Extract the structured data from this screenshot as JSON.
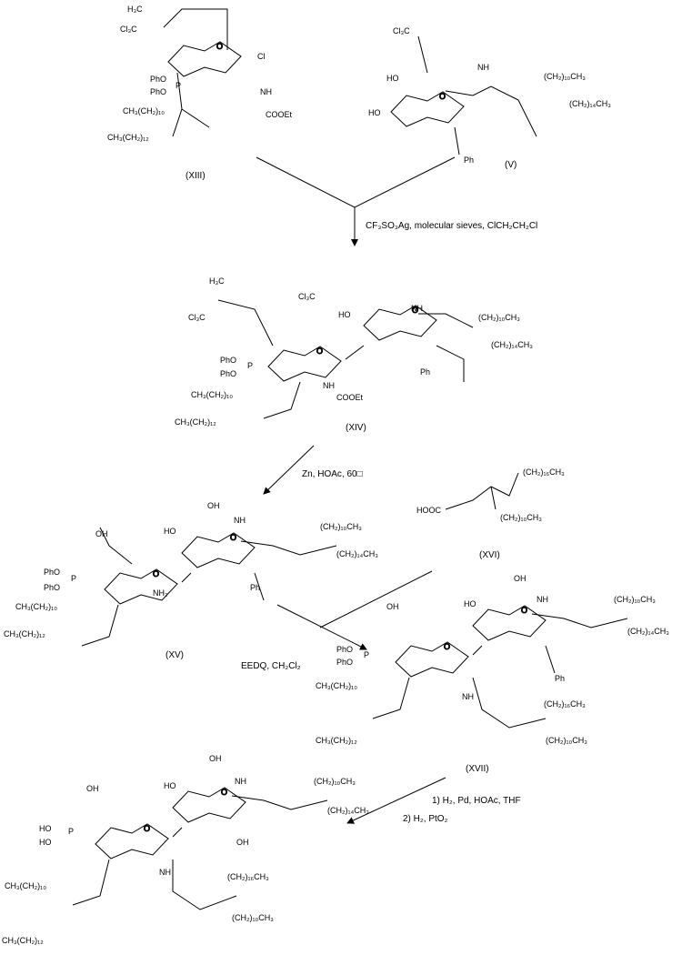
{
  "reagents": {
    "step1": "CF₃SO₃Ag, molecular sieves, ClCH₂CH₂Cl",
    "step2": "Zn, HOAc, 60□",
    "step3": "EEDQ, CH₂Cl₂",
    "step4a": "1) H₂, Pd, HOAc, THF",
    "step4b": "2) H₂, PtO₂"
  },
  "compounds": {
    "xiii": {
      "label": "(XIII)",
      "groups": [
        "H₃C",
        "Cl₃C",
        "Cl",
        "PhO",
        "PhO",
        "P",
        "NH",
        "COOEt",
        "CH₃(CH₂)₁₀",
        "CH₃(CH₂)₁₂"
      ]
    },
    "v": {
      "label": "(V)",
      "groups": [
        "Cl₃C",
        "HO",
        "HO",
        "NH",
        "(CH₂)₁₀CH₃",
        "(CH₂)₁₄CH₃",
        "Ph"
      ]
    },
    "xiv": {
      "label": "(XIV)",
      "groups": [
        "H₃C",
        "Cl₃C",
        "Cl₃C",
        "HO",
        "NH",
        "(CH₂)₁₀CH₃",
        "(CH₂)₁₄CH₃",
        "PhO",
        "PhO",
        "P",
        "NH",
        "COOEt",
        "Ph",
        "CH₃(CH₂)₁₀",
        "CH₃(CH₂)₁₂"
      ]
    },
    "xv": {
      "label": "(XV)",
      "groups": [
        "OH",
        "HO",
        "NH",
        "(CH₂)₁₀CH₃",
        "(CH₂)₁₄CH₃",
        "OH",
        "PhO",
        "PhO",
        "P",
        "NH₂",
        "Ph",
        "CH₃(CH₂)₁₀",
        "CH₃(CH₂)₁₂"
      ]
    },
    "xvi": {
      "label": "(XVI)",
      "groups": [
        "HOOC",
        "(CH₂)₁₆CH₃",
        "(CH₂)₁₀CH₃"
      ]
    },
    "xvii": {
      "label": "(XVII)",
      "groups": [
        "OH",
        "HO",
        "NH",
        "(CH₂)₁₀CH₃",
        "(CH₂)₁₄CH₃",
        "OH",
        "PhO",
        "PhO",
        "P",
        "NH",
        "(CH₂)₁₆CH₃",
        "Ph",
        "CH₃(CH₂)₁₀",
        "CH₃(CH₂)₁₂",
        "(CH₂)₁₀CH₃"
      ]
    },
    "product": {
      "groups": [
        "OH",
        "HO",
        "NH",
        "(CH₂)₁₀CH₃",
        "(CH₂)₁₄CH₃",
        "OH",
        "OH",
        "HO",
        "HO",
        "P",
        "NH",
        "(CH₂)₁₆CH₃",
        "CH₃(CH₂)₁₀",
        "CH₃(CH₂)₁₂",
        "(CH₂)₁₀CH₃"
      ]
    }
  }
}
